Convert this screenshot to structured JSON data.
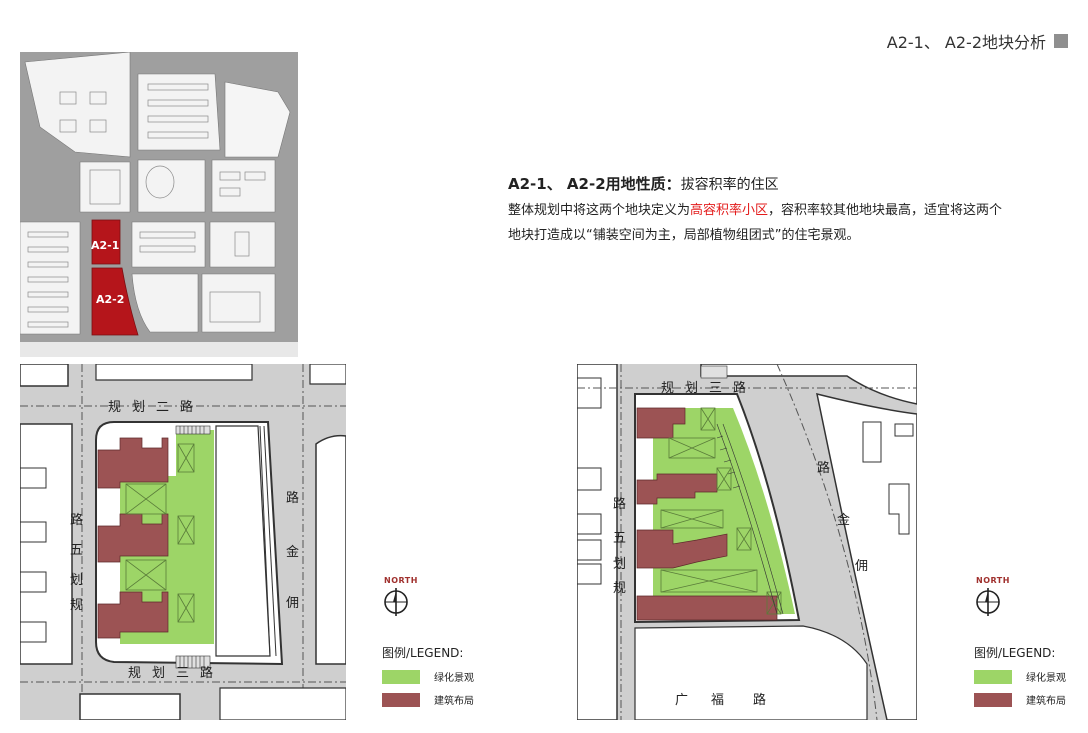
{
  "header": {
    "title": "A2-1、 A2-2地块分析"
  },
  "description": {
    "line1_bold": "A2-1、 A2-2用地性质：",
    "line1_rest": "拔容积率的住区",
    "line2_before": "整体规划中将这两个地块定义为",
    "line2_highlight": "高容积率小区",
    "line2_after": "，容积率较其他地块最高，适宜将这两个",
    "line3": "地块打造成以“铺装空间为主，局部植物组团式”的住宅景观。"
  },
  "site_map": {
    "plot_a21": "A2-1",
    "plot_a22": "A2-2",
    "colors": {
      "highlight_plot": "#b5151b",
      "road": "#9a9a9a",
      "block": "#f2f2f2"
    }
  },
  "plan_left": {
    "road_top": [
      "规",
      "划",
      "二",
      "路"
    ],
    "road_bottom": [
      "规",
      "划",
      "三",
      "路"
    ],
    "road_left": [
      "路",
      "五",
      "划",
      "规"
    ],
    "road_right": [
      "路",
      "金",
      "佣"
    ]
  },
  "plan_right": {
    "road_top": [
      "规",
      "划",
      "三",
      "路"
    ],
    "road_bottom": [
      "广",
      "福",
      "路"
    ],
    "road_left": [
      "路",
      "五",
      "划",
      "规"
    ],
    "road_right": [
      "路",
      "金",
      "佣"
    ]
  },
  "legend_left": {
    "north": "NORTH",
    "title": "图例/LEGEND:",
    "items": [
      {
        "label": "绿化景观",
        "color": "#9dd567"
      },
      {
        "label": "建筑布局",
        "color": "#9c5354"
      }
    ]
  },
  "legend_right": {
    "north": "NORTH",
    "title": "图例/LEGEND:",
    "items": [
      {
        "label": "绿化景观",
        "color": "#9dd567"
      },
      {
        "label": "建筑布局",
        "color": "#9c5354"
      }
    ]
  },
  "colors": {
    "green": "#9dd567",
    "building": "#9c5354",
    "road": "#c8c8c8",
    "dash": "#555555"
  }
}
